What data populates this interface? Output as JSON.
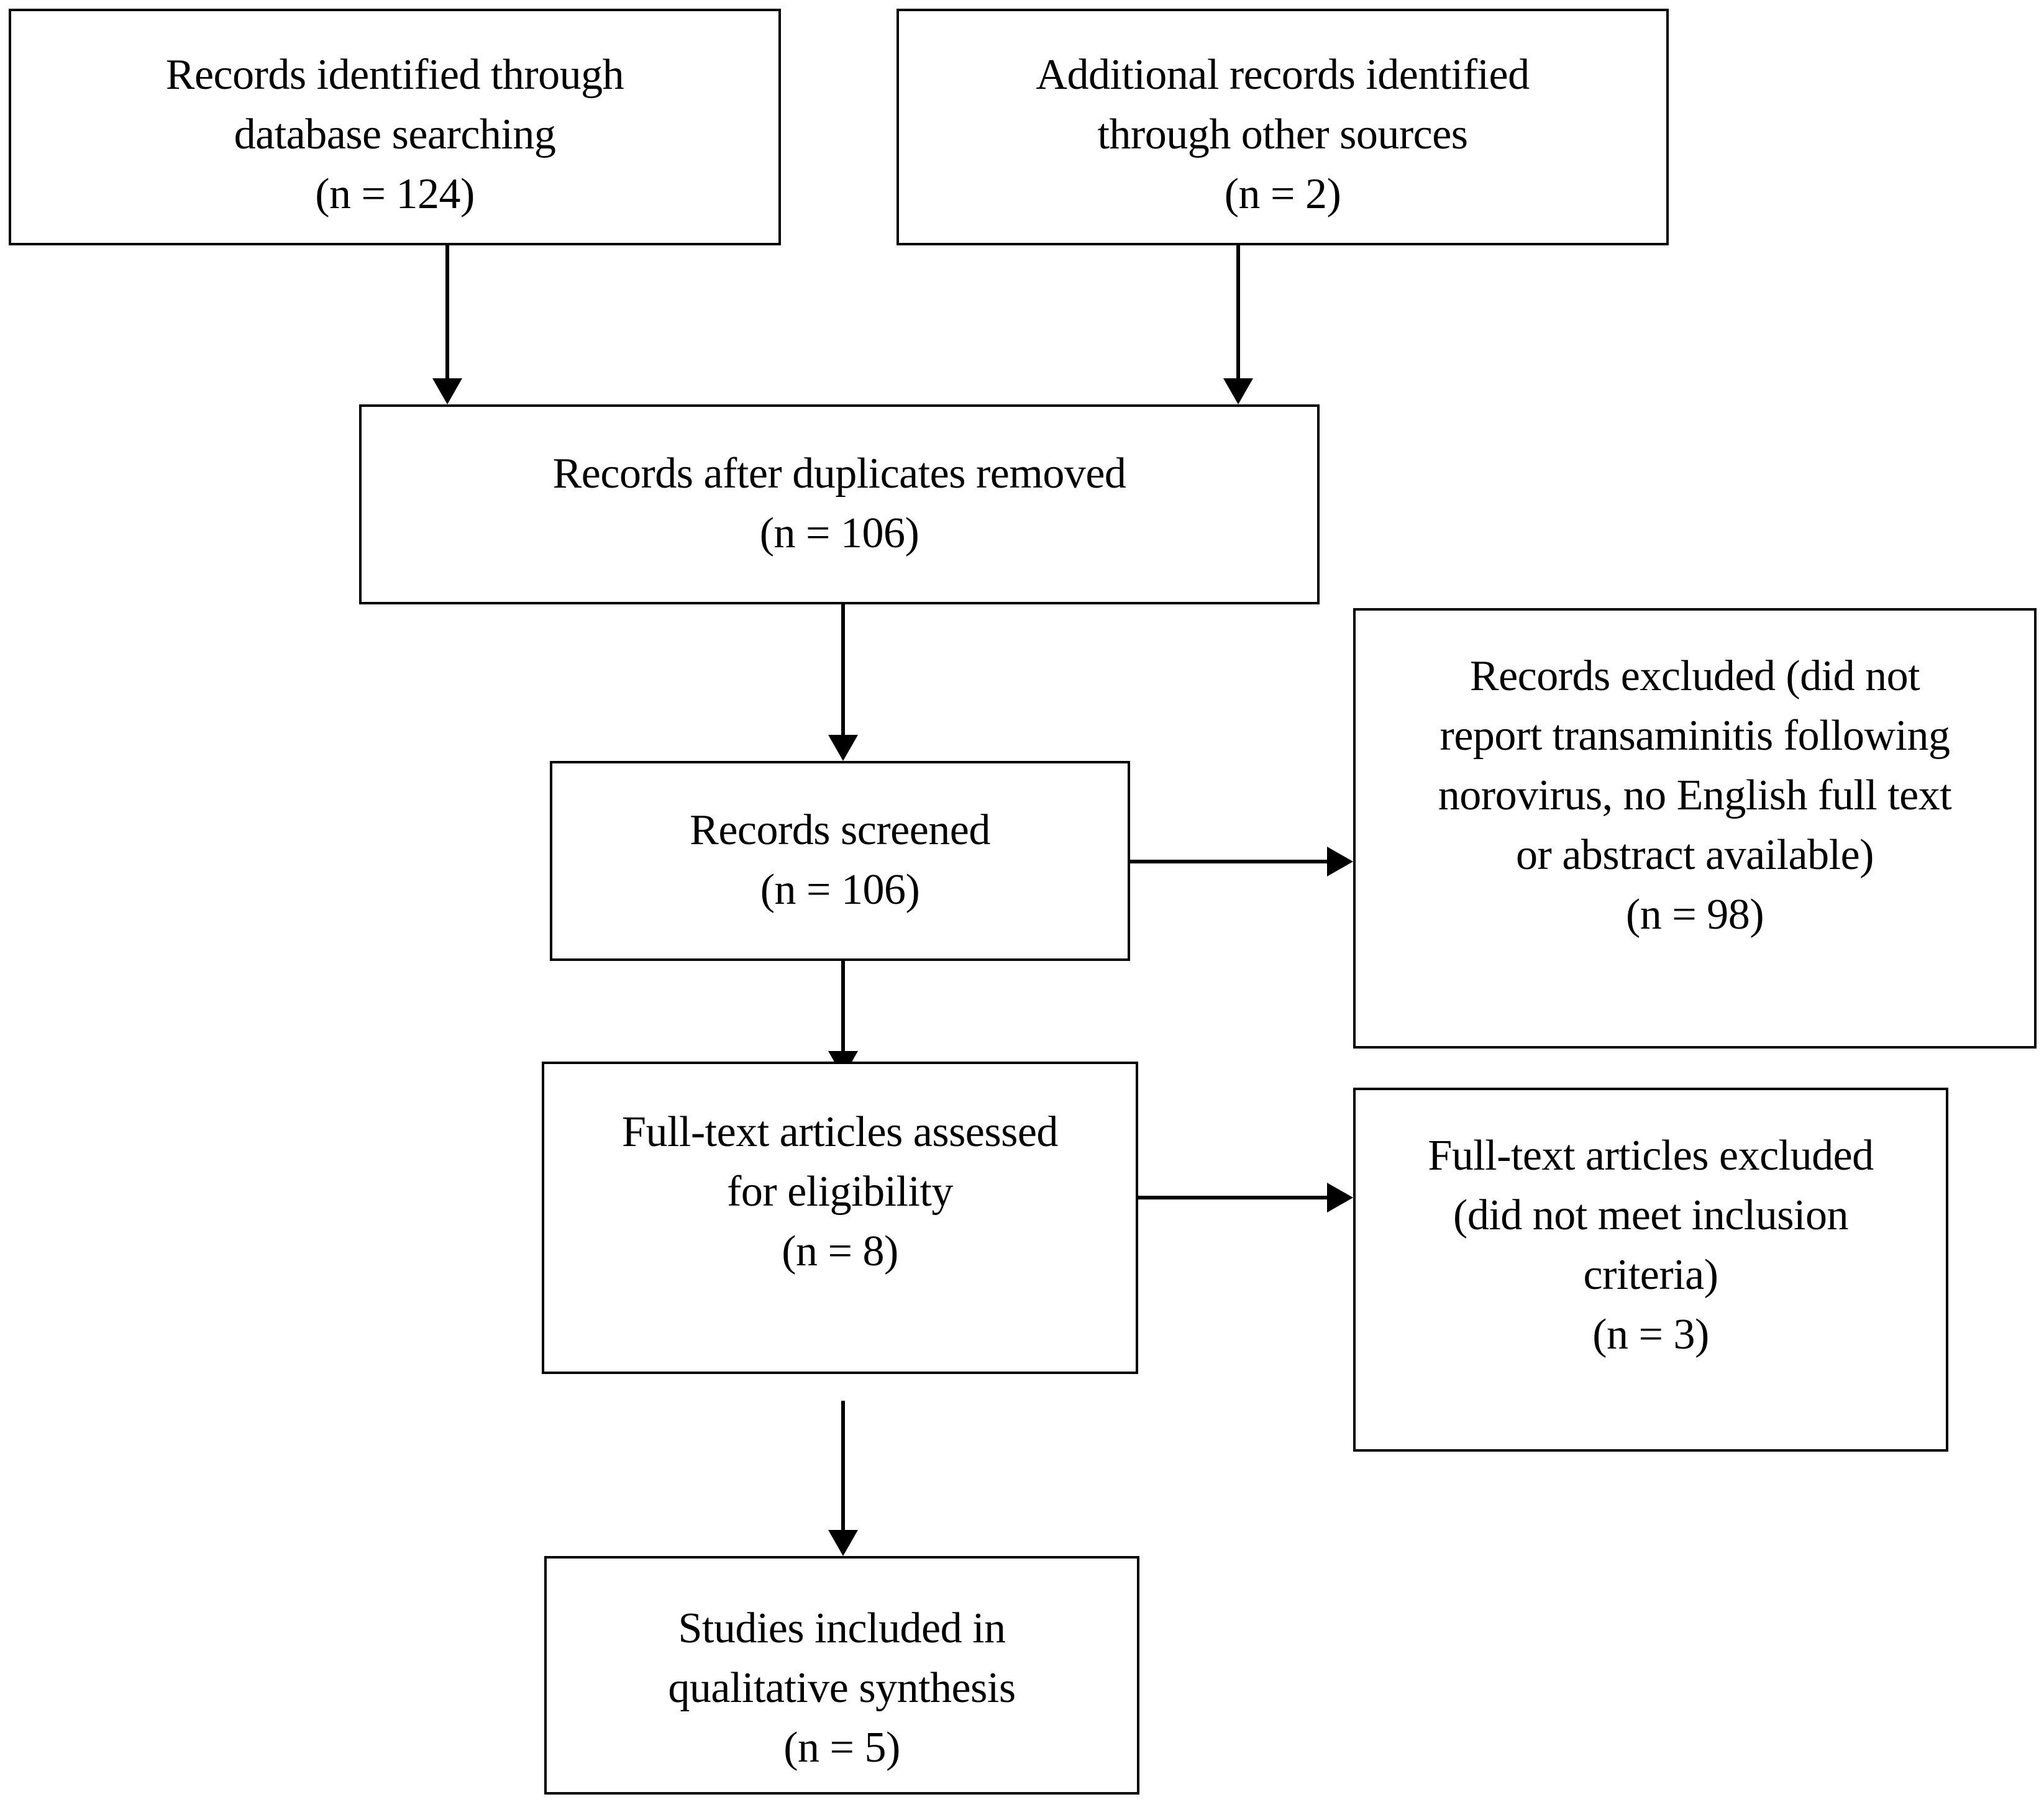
{
  "diagram": {
    "boxes": {
      "identified_db": {
        "lines": [
          "Records identified through",
          "database searching",
          "(n = 124)"
        ]
      },
      "identified_other": {
        "lines": [
          "Additional records identified",
          "through other sources",
          "(n = 2)"
        ]
      },
      "after_duplicates": {
        "lines": [
          "Records after duplicates removed",
          "(n = 106)"
        ]
      },
      "screened": {
        "lines": [
          "Records screened",
          "(n = 106)"
        ]
      },
      "records_excluded": {
        "lines": [
          "Records excluded (did not",
          "report transaminitis following",
          "norovirus, no English full text",
          "or abstract available)",
          "(n = 98)"
        ]
      },
      "fulltext_assessed": {
        "lines": [
          "Full-text articles assessed",
          "for eligibility",
          "(n = 8)"
        ]
      },
      "fulltext_excluded": {
        "lines": [
          "Full-text articles excluded",
          "(did not meet inclusion",
          "criteria)",
          "(n = 3)"
        ]
      },
      "included": {
        "lines": [
          "Studies included in",
          "qualitative synthesis",
          "(n = 5)"
        ]
      }
    },
    "connections": [
      {
        "from": "identified_db",
        "to": "after_duplicates"
      },
      {
        "from": "identified_other",
        "to": "after_duplicates"
      },
      {
        "from": "after_duplicates",
        "to": "screened"
      },
      {
        "from": "screened",
        "to": "records_excluded"
      },
      {
        "from": "screened",
        "to": "fulltext_assessed"
      },
      {
        "from": "fulltext_assessed",
        "to": "fulltext_excluded"
      },
      {
        "from": "fulltext_assessed",
        "to": "included"
      }
    ],
    "colors": {
      "line": "#000000",
      "box_border": "#000000",
      "background": "#ffffff"
    }
  }
}
